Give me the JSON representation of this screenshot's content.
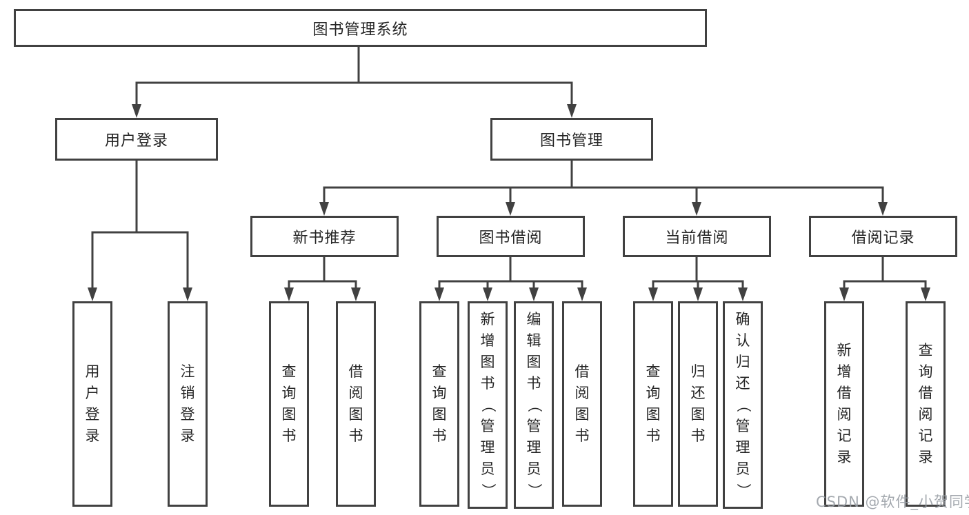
{
  "diagram": {
    "root_label": "图书管理系统",
    "level2": [
      {
        "label": "用户登录"
      },
      {
        "label": "图书管理"
      }
    ],
    "level3": [
      {
        "label": "新书推荐"
      },
      {
        "label": "图书借阅"
      },
      {
        "label": "当前借阅"
      },
      {
        "label": "借阅记录"
      }
    ],
    "leaves": [
      {
        "label": "用户登录"
      },
      {
        "label": "注销登录"
      },
      {
        "label": "查询图书"
      },
      {
        "label": "借阅图书"
      },
      {
        "label": "查询图书"
      },
      {
        "label": "新增图书（管理员）"
      },
      {
        "label": "编辑图书（管理员）"
      },
      {
        "label": "借阅图书"
      },
      {
        "label": "查询图书"
      },
      {
        "label": "归还图书"
      },
      {
        "label": "确认归还（管理员）"
      },
      {
        "label": "新增借阅记录"
      },
      {
        "label": "查询借阅记录"
      }
    ]
  },
  "watermark": {
    "text": "CSDN @软件_小贺同学"
  },
  "colors": {
    "line": "#414141",
    "box_border": "#414141",
    "text": "#252525",
    "background": "#ffffff",
    "watermark": "#969ca3"
  }
}
